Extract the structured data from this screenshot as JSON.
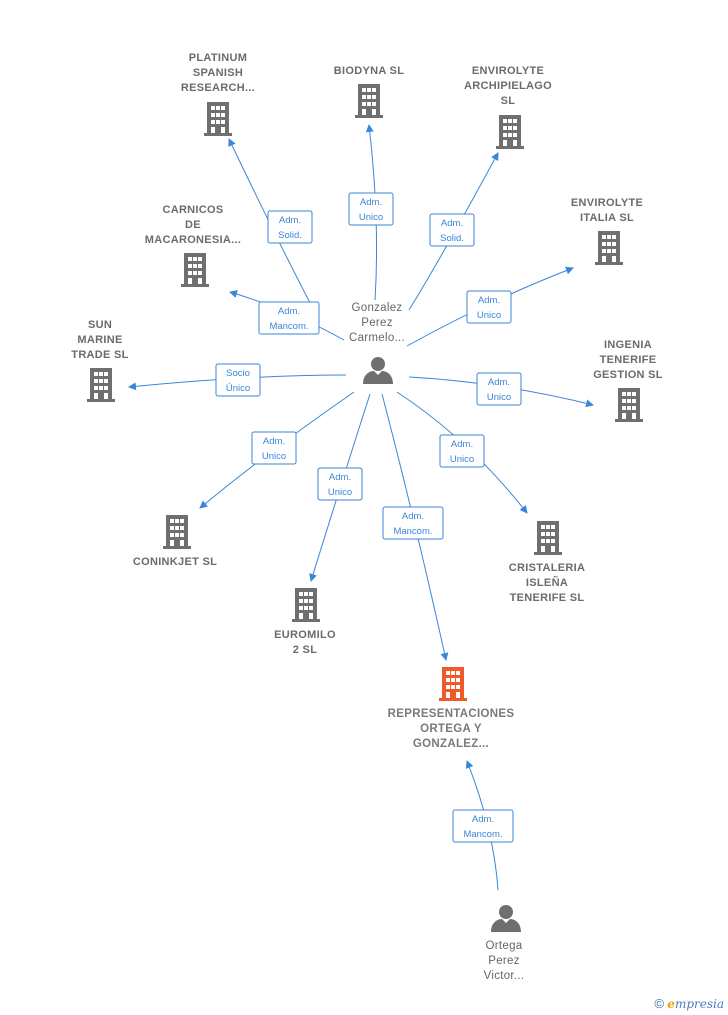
{
  "colors": {
    "edge": "#3a86d8",
    "company_icon": "#6f6f6f",
    "main_company_icon": "#ef5a2a",
    "person_icon": "#6f6f6f"
  },
  "persons": [
    {
      "id": "p1",
      "label": [
        "Gonzalez",
        "Perez",
        "Carmelo..."
      ],
      "icon": "person-icon"
    },
    {
      "id": "p2",
      "label": [
        "Ortega",
        "Perez",
        "Victor..."
      ],
      "icon": "person-icon"
    }
  ],
  "companies": [
    {
      "id": "c1",
      "label": [
        "PLATINUM",
        "SPANISH",
        "RESEARCH..."
      ],
      "icon": "building-icon"
    },
    {
      "id": "c2",
      "label": [
        "BIODYNA  SL"
      ],
      "icon": "building-icon"
    },
    {
      "id": "c3",
      "label": [
        "ENVIROLYTE",
        "ARCHIPIELAGO",
        "SL"
      ],
      "icon": "building-icon"
    },
    {
      "id": "c4",
      "label": [
        "CARNICOS",
        "DE",
        "MACARONESIA..."
      ],
      "icon": "building-icon"
    },
    {
      "id": "c5",
      "label": [
        "ENVIROLYTE",
        "ITALIA SL"
      ],
      "icon": "building-icon"
    },
    {
      "id": "c6",
      "label": [
        "SUN",
        "MARINE",
        "TRADE  SL"
      ],
      "icon": "building-icon"
    },
    {
      "id": "c7",
      "label": [
        "INGENIA",
        "TENERIFE",
        "GESTION  SL"
      ],
      "icon": "building-icon"
    },
    {
      "id": "c8",
      "label": [
        "CONINKJET SL"
      ],
      "icon": "building-icon"
    },
    {
      "id": "c9",
      "label": [
        "CRISTALERIA",
        "ISLEÑA",
        "TENERIFE  SL"
      ],
      "icon": "building-icon"
    },
    {
      "id": "c10",
      "label": [
        "EUROMILO",
        "2  SL"
      ],
      "icon": "building-icon"
    },
    {
      "id": "c11",
      "label": [
        "REPRESENTACIONES",
        "ORTEGA Y",
        "GONZALEZ..."
      ],
      "icon": "building-icon",
      "highlight": true
    }
  ],
  "relations": [
    {
      "from": "p1",
      "to": "c1",
      "role": [
        "Adm.",
        "Solid."
      ]
    },
    {
      "from": "p1",
      "to": "c2",
      "role": [
        "Adm.",
        "Unico"
      ]
    },
    {
      "from": "p1",
      "to": "c3",
      "role": [
        "Adm.",
        "Solid."
      ]
    },
    {
      "from": "p1",
      "to": "c4",
      "role": [
        "Adm.",
        "Mancom."
      ]
    },
    {
      "from": "p1",
      "to": "c5",
      "role": [
        "Adm.",
        "Unico"
      ]
    },
    {
      "from": "p1",
      "to": "c6",
      "role": [
        "Socio",
        "Único"
      ]
    },
    {
      "from": "p1",
      "to": "c7",
      "role": [
        "Adm.",
        "Unico"
      ]
    },
    {
      "from": "p1",
      "to": "c8",
      "role": [
        "Adm.",
        "Unico"
      ]
    },
    {
      "from": "p1",
      "to": "c9",
      "role": [
        "Adm.",
        "Unico"
      ]
    },
    {
      "from": "p1",
      "to": "c10",
      "role": [
        "Adm.",
        "Unico"
      ]
    },
    {
      "from": "p1",
      "to": "c11",
      "role": [
        "Adm.",
        "Mancom."
      ]
    },
    {
      "from": "p2",
      "to": "c11",
      "role": [
        "Adm.",
        "Mancom."
      ]
    }
  ],
  "footer": {
    "copyright": "©",
    "brand_initial": "e",
    "brand_rest": "mpresia"
  }
}
